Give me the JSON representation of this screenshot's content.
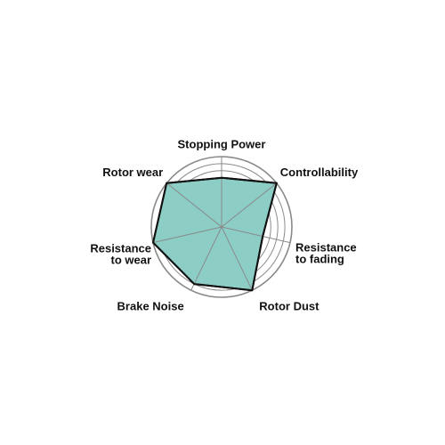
{
  "chart_data": {
    "type": "radar",
    "axes": [
      {
        "name": "Stopping Power",
        "label_lines": [
          "Stopping Power"
        ]
      },
      {
        "name": "Controllability",
        "label_lines": [
          "Controllability"
        ]
      },
      {
        "name": "Resistance to fading",
        "label_lines": [
          "Resistance",
          "to fading"
        ]
      },
      {
        "name": "Rotor Dust",
        "label_lines": [
          "Rotor Dust"
        ]
      },
      {
        "name": "Brake Noise",
        "label_lines": [
          "Brake Noise"
        ]
      },
      {
        "name": "Resistance to wear",
        "label_lines": [
          "Resistance",
          "to wear"
        ]
      },
      {
        "name": "Rotor wear",
        "label_lines": [
          "Rotor wear"
        ]
      }
    ],
    "scale_max": 10,
    "ring_count": 10,
    "series": [
      {
        "values": [
          7,
          10,
          6,
          10,
          9,
          10,
          10
        ]
      }
    ],
    "fill_color": "#8ccdc6",
    "stroke_color": "#111111",
    "grid_color": "#8a8a8a"
  }
}
